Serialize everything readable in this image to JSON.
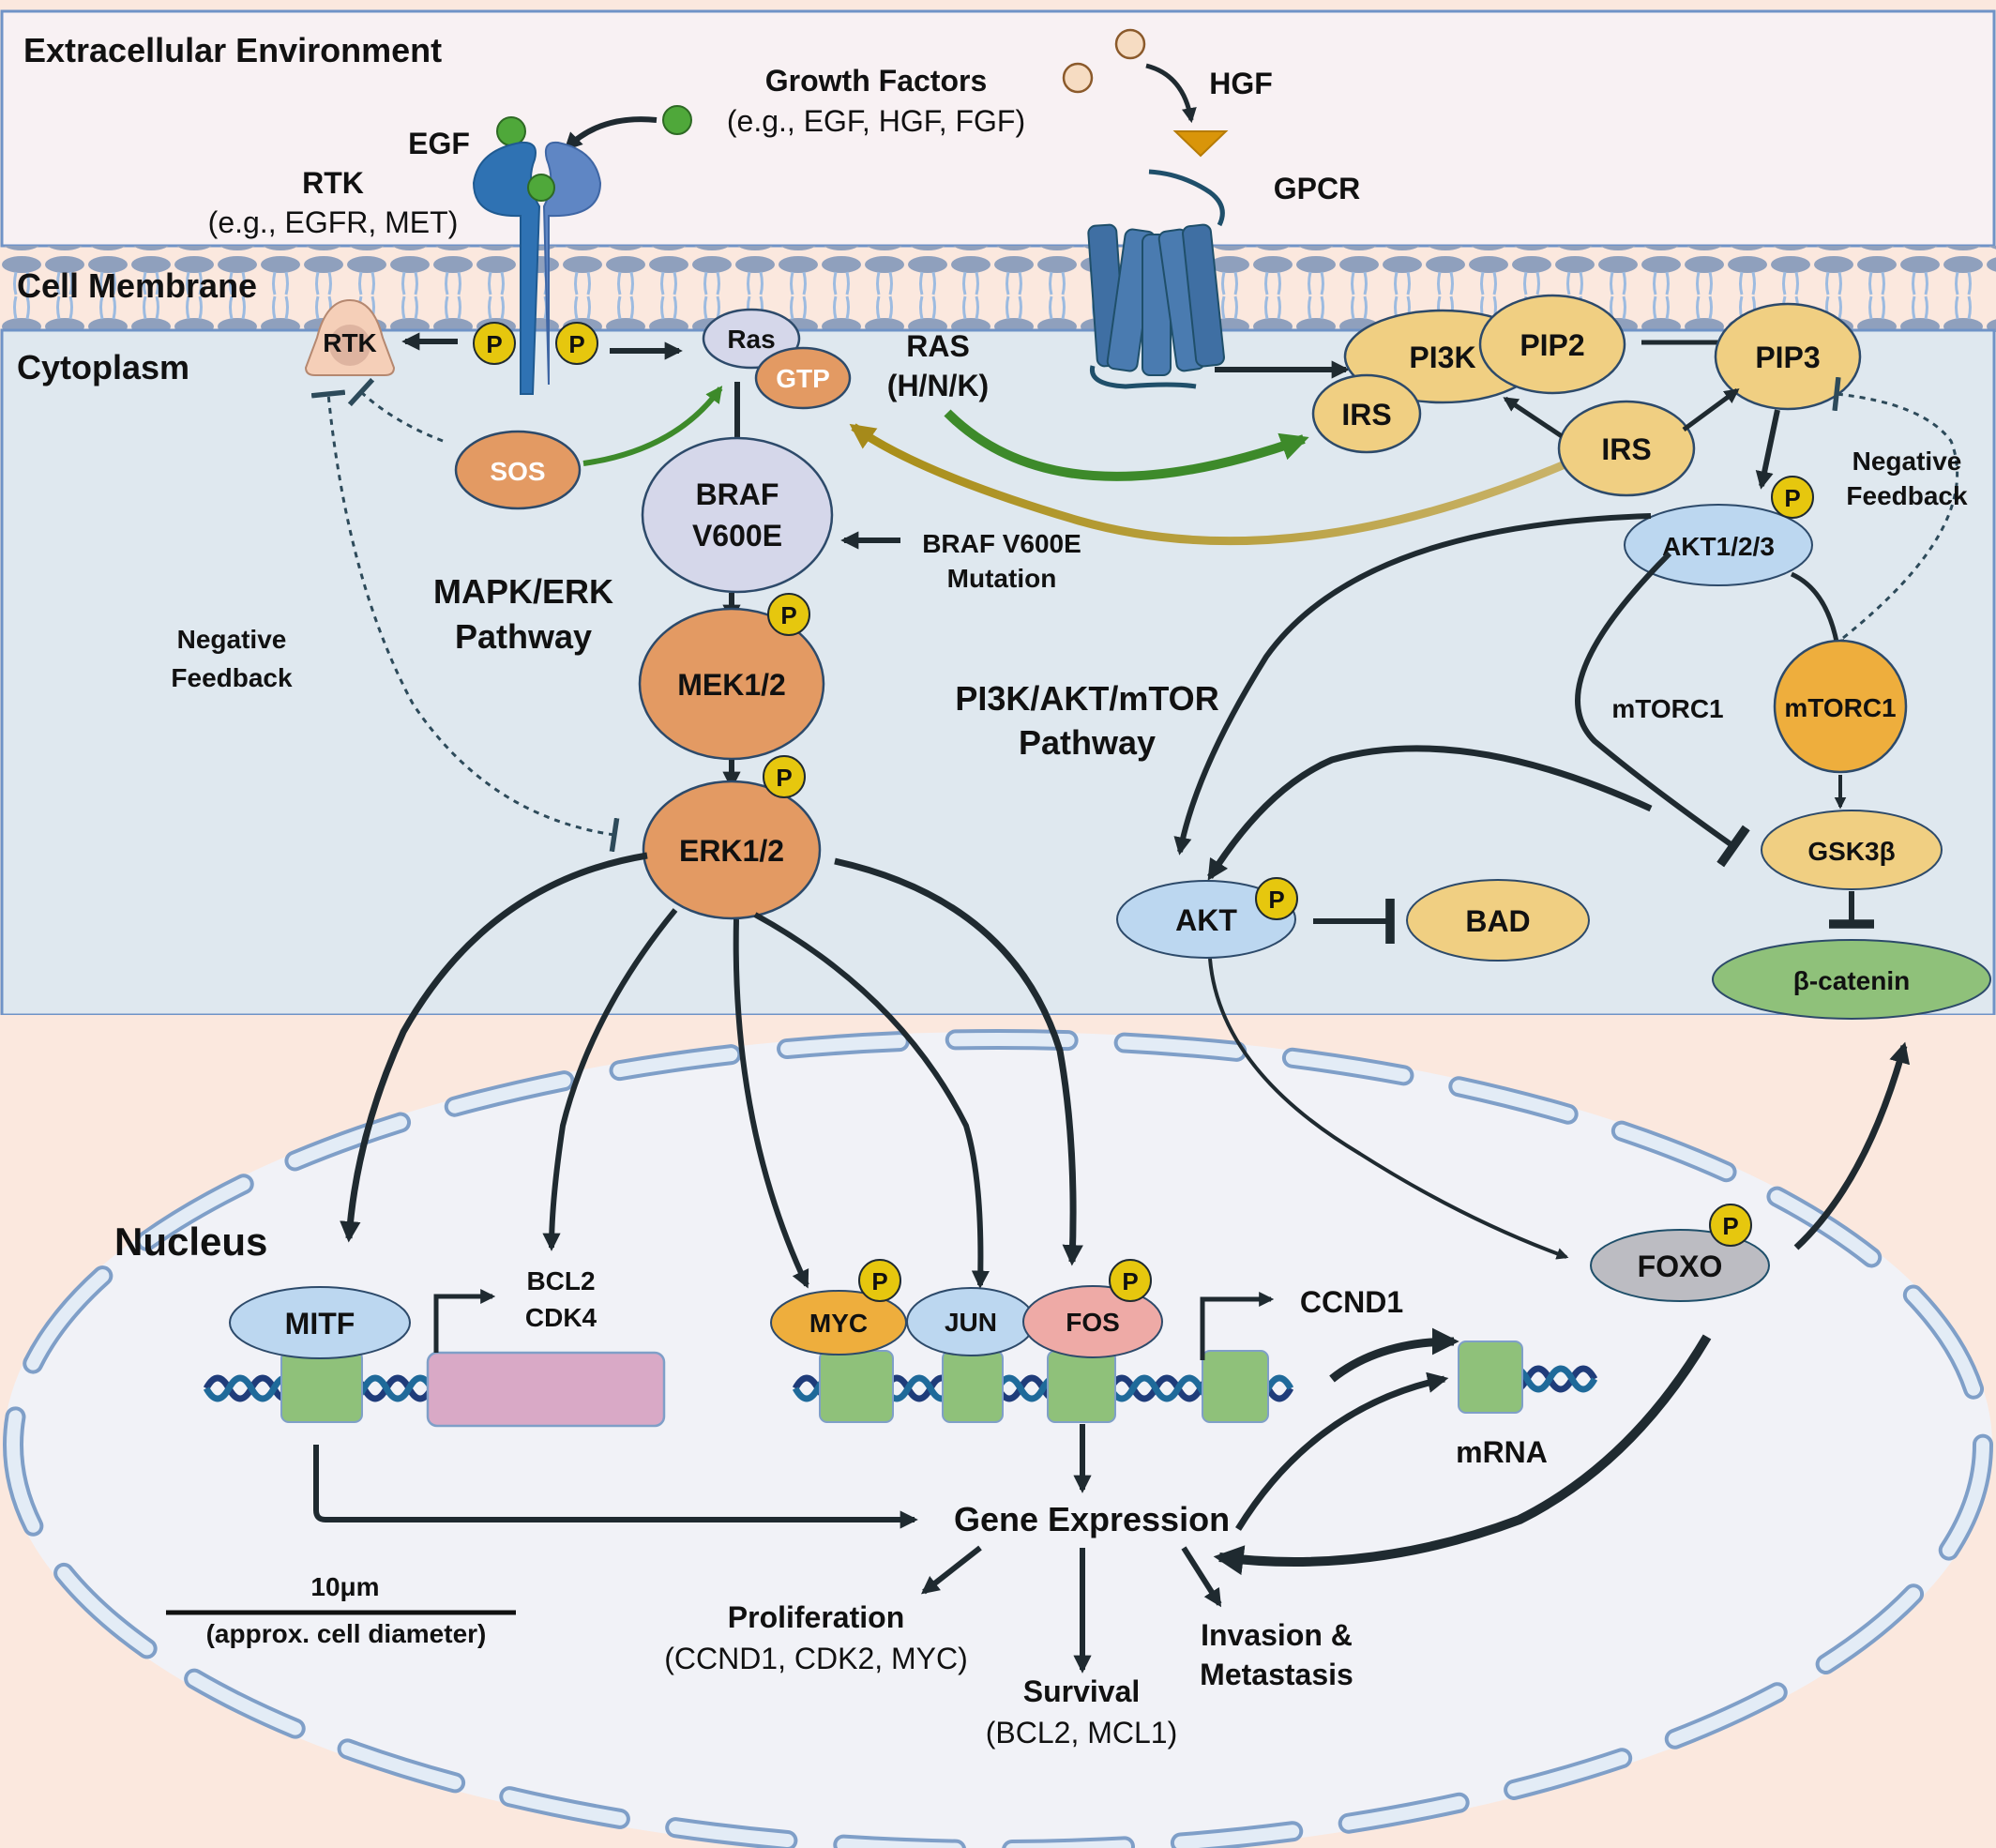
{
  "regions": {
    "extracellular": "Extracellular Environment",
    "membrane": "Cell Membrane",
    "cytoplasm": "Cytoplasm",
    "nucleus": "Nucleus"
  },
  "extracellular": {
    "growth_factors_title": "Growth Factors",
    "growth_factors_examples": "(e.g., EGF, HGF, FGF)",
    "egf": "EGF",
    "hgf": "HGF",
    "rtk_title": "RTK",
    "rtk_examples": "(e.g., EGFR, MET)",
    "gpcr": "GPCR"
  },
  "phospho": "P",
  "mapk": {
    "rtk_node": "RTK",
    "ras": "Ras",
    "gtp": "GTP",
    "ras_isoforms_1": "RAS",
    "ras_isoforms_2": "(H/N/K)",
    "sos": "SOS",
    "braf_1": "BRAF",
    "braf_2": "V600E",
    "mutation_1": "BRAF V600E",
    "mutation_2": "Mutation",
    "pathway_1": "MAPK/ERK",
    "pathway_2": "Pathway",
    "mek": "MEK1/2",
    "erk": "ERK1/2",
    "neg_feedback_1": "Negative",
    "neg_feedback_2": "Feedback"
  },
  "pi3k": {
    "pi3k": "PI3K",
    "pip2": "PIP2",
    "pip3": "PIP3",
    "irs_a": "IRS",
    "irs_b": "IRS",
    "akt123": "AKT1/2/3",
    "neg_feedback_1": "Negative",
    "neg_feedback_2": "Feedback",
    "pathway_1": "PI3K/AKT/mTOR",
    "pathway_2": "Pathway",
    "mtorc1_label": "mTORC1",
    "mtorc1_node": "mTORC1",
    "gsk3b": "GSK3β",
    "akt": "AKT",
    "bad": "BAD",
    "beta_catenin": "β-catenin"
  },
  "nucleus": {
    "mitf": "MITF",
    "bcl2": "BCL2",
    "cdk4": "CDK4",
    "myc": "MYC",
    "jun": "JUN",
    "fos": "FOS",
    "ccnd1": "CCND1",
    "mrna": "mRNA",
    "foxo": "FOXO",
    "gene_expression": "Gene Expression",
    "proliferation_title": "Proliferation",
    "proliferation_genes": "(CCND1, CDK2, MYC)",
    "survival_title": "Survival",
    "survival_genes": "(BCL2, MCL1)",
    "invasion_1": "Invasion &",
    "invasion_2": "Metastasis"
  },
  "scale_bar": {
    "value": "10μm",
    "caption": "(approx. cell diameter)"
  },
  "colors": {
    "extracellular_bg": "#f8f1f3",
    "cytoplasm_bg": "#dfe8ef",
    "outer_bg": "#fbe8de",
    "nucleus_bg": "#f1f2f7",
    "border": "#6f93c7",
    "orange_node": "#e39a63",
    "yellow_node": "#f0cf82",
    "blue_node": "#bcd7f0",
    "lavender_node": "#d5d7ea",
    "green_node": "#8fc17a",
    "phospho": "#e6c70e",
    "receptor_blue": "#3f76ad",
    "mtorc1": "#eeae3d",
    "fos": "#eeaaa6",
    "myc": "#eeae3d",
    "pink_gene": "#d9a9c6",
    "foxo": "#bcbcc2"
  }
}
